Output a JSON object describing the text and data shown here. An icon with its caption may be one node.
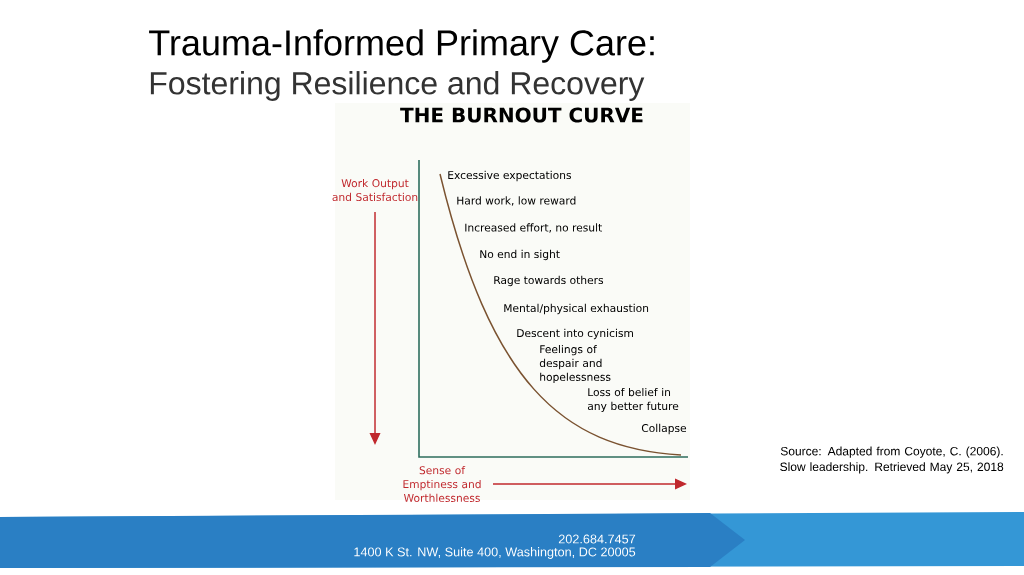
{
  "diagram": {
    "title": "Trauma-Informed Primary Care:",
    "labels": [
      "Fostering Resilience and Recovery",
      "THE BURNOUT CURVE",
      "Work Output and Satisfaction",
      "Excessive expectations",
      "Hard work, low reward",
      "Increased effort, no result",
      "No end in sight",
      "Rage towards others",
      "Mental/physical exhaustion",
      "Descent into cynicism",
      "Feelings of despair and hopelessness",
      "Loss of belief in any better future",
      "Collapse",
      "Sense of Emptiness and Worthlessness",
      "Source: Adapted from Coyote, C. (2006). Slow leadership. Retrieved May 25, 2018",
      "202.684.7457",
      "1400 K St. NW, Suite 400, Washington, DC 20005"
    ]
  }
}
